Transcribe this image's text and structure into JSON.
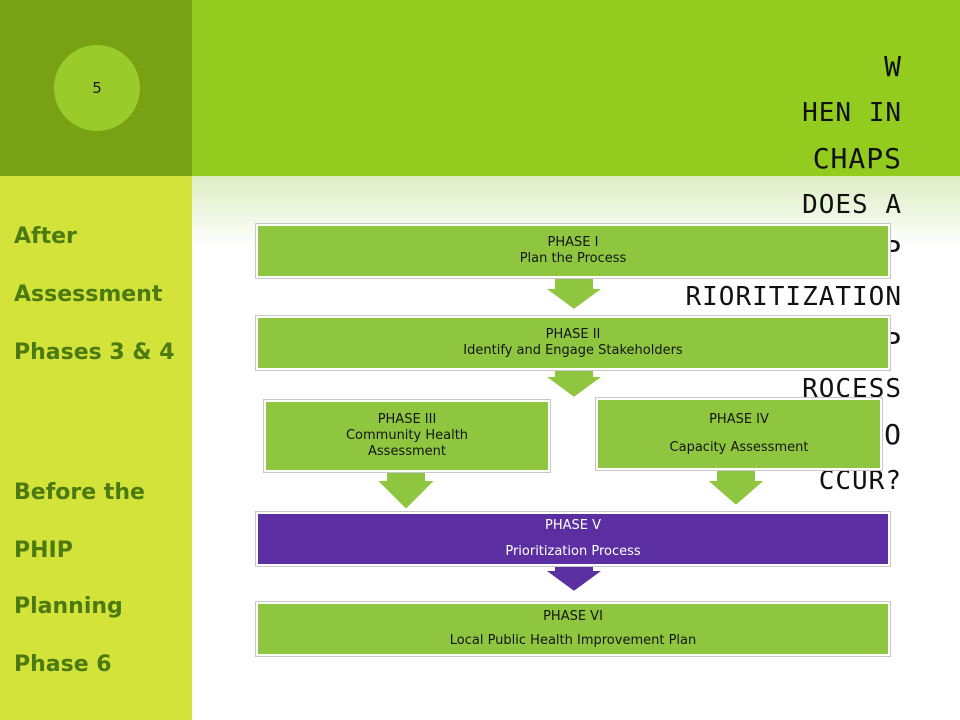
{
  "slide_number": "5",
  "title": {
    "line1": [
      {
        "cap": "W",
        "rest": "HEN IN "
      },
      {
        "cap": "CHAPS",
        "rest": " DOES A"
      }
    ],
    "line2": [
      {
        "cap": "P",
        "rest": "RIORITIZATION "
      },
      {
        "cap": "P",
        "rest": "ROCESS "
      },
      {
        "cap": "O",
        "rest": "CCUR?"
      }
    ]
  },
  "sidebar": {
    "lines": [
      "After",
      "Assessment",
      "Phases 3 & 4",
      "Before the",
      "PHIP",
      "Planning",
      "Phase 6"
    ]
  },
  "phases": {
    "p1": {
      "title": "PHASE I",
      "subtitle": "Plan the Process"
    },
    "p2": {
      "title": "PHASE II",
      "subtitle": "Identify and Engage Stakeholders"
    },
    "p3": {
      "title": "PHASE III",
      "subtitle": "Community Health Assessment"
    },
    "p4": {
      "title": "PHASE IV",
      "subtitle": "Capacity Assessment"
    },
    "p5": {
      "title": "PHASE V",
      "subtitle": "Prioritization Process"
    },
    "p6": {
      "title": "PHASE VI",
      "subtitle": "Local Public Health Improvement Plan"
    }
  },
  "colors": {
    "green": "#8ec63f",
    "purple": "#5b2fa1",
    "sidebar": "#d4e33a",
    "header": "#93cb1e"
  }
}
